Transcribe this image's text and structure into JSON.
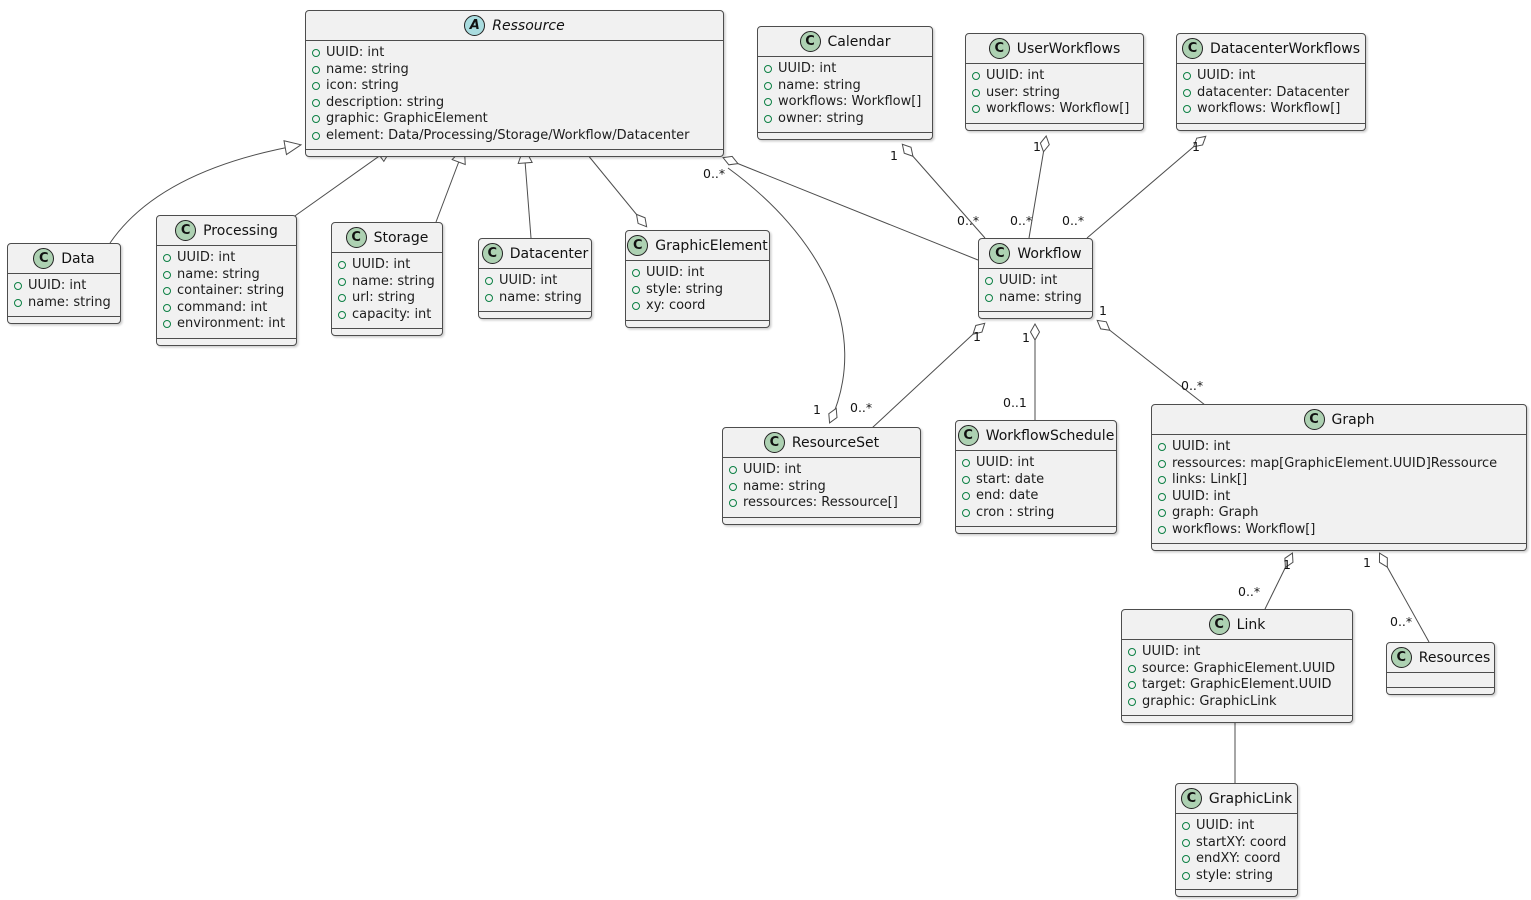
{
  "diagram": {
    "type": "uml-class-diagram",
    "background": "#FFFFFF",
    "colors": {
      "class_fill": "#F1F1F1",
      "class_border": "#4D4D4D",
      "line": "#4D4D4D",
      "class_icon_fill": "#ADD1B2",
      "abstract_icon_fill": "#A9DCDF",
      "field_bullet": "#0C8044",
      "text": "#1D1D1D"
    },
    "classes": [
      {
        "id": "ressource",
        "name": "Ressource",
        "kind": "abstract",
        "icon_letter": "A",
        "icon_name": "abstract-class-icon",
        "attributes": [
          "UUID: int",
          "name: string",
          "icon: string",
          "description: string",
          "graphic: GraphicElement",
          "element: Data/Processing/Storage/Workflow/Datacenter"
        ]
      },
      {
        "id": "data",
        "name": "Data",
        "kind": "class",
        "icon_letter": "C",
        "icon_name": "class-icon",
        "attributes": [
          "UUID: int",
          "name: string"
        ]
      },
      {
        "id": "processing",
        "name": "Processing",
        "kind": "class",
        "icon_letter": "C",
        "icon_name": "class-icon",
        "attributes": [
          "UUID: int",
          "name: string",
          "container: string",
          "command: int",
          "environment: int"
        ]
      },
      {
        "id": "storage",
        "name": "Storage",
        "kind": "class",
        "icon_letter": "C",
        "icon_name": "class-icon",
        "attributes": [
          "UUID: int",
          "name: string",
          "url: string",
          "capacity: int"
        ]
      },
      {
        "id": "datacenter",
        "name": "Datacenter",
        "kind": "class",
        "icon_letter": "C",
        "icon_name": "class-icon",
        "attributes": [
          "UUID: int",
          "name: string"
        ]
      },
      {
        "id": "graphicElement",
        "name": "GraphicElement",
        "kind": "class",
        "icon_letter": "C",
        "icon_name": "class-icon",
        "attributes": [
          "UUID: int",
          "style: string",
          "xy: coord"
        ]
      },
      {
        "id": "calendar",
        "name": "Calendar",
        "kind": "class",
        "icon_letter": "C",
        "icon_name": "class-icon",
        "attributes": [
          "UUID: int",
          "name: string",
          "workflows: Workflow[]",
          "owner: string"
        ]
      },
      {
        "id": "userWorkflows",
        "name": "UserWorkflows",
        "kind": "class",
        "icon_letter": "C",
        "icon_name": "class-icon",
        "attributes": [
          "UUID: int",
          "user: string",
          "workflows: Workflow[]"
        ]
      },
      {
        "id": "datacenterWorkflows",
        "name": "DatacenterWorkflows",
        "kind": "class",
        "icon_letter": "C",
        "icon_name": "class-icon",
        "attributes": [
          "UUID: int",
          "datacenter: Datacenter",
          "workflows: Workflow[]"
        ]
      },
      {
        "id": "workflow",
        "name": "Workflow",
        "kind": "class",
        "icon_letter": "C",
        "icon_name": "class-icon",
        "attributes": [
          "UUID: int",
          "name: string"
        ]
      },
      {
        "id": "resourceSet",
        "name": "ResourceSet",
        "kind": "class",
        "icon_letter": "C",
        "icon_name": "class-icon",
        "attributes": [
          "UUID: int",
          "name: string",
          "ressources: Ressource[]"
        ]
      },
      {
        "id": "workflowSchedule",
        "name": "WorkflowSchedule",
        "kind": "class",
        "icon_letter": "C",
        "icon_name": "class-icon",
        "attributes": [
          "UUID: int",
          "start: date",
          "end: date",
          "cron : string"
        ]
      },
      {
        "id": "graph",
        "name": "Graph",
        "kind": "class",
        "icon_letter": "C",
        "icon_name": "class-icon",
        "attributes": [
          "UUID: int",
          "ressources: map[GraphicElement.UUID]Ressource",
          "links: Link[]",
          "UUID: int",
          "graph: Graph",
          "workflows: Workflow[]"
        ]
      },
      {
        "id": "link",
        "name": "Link",
        "kind": "class",
        "icon_letter": "C",
        "icon_name": "class-icon",
        "attributes": [
          "UUID: int",
          "source: GraphicElement.UUID",
          "target: GraphicElement.UUID",
          "graphic: GraphicLink"
        ]
      },
      {
        "id": "resources",
        "name": "Resources",
        "kind": "class",
        "icon_letter": "C",
        "icon_name": "class-icon",
        "attributes": []
      },
      {
        "id": "graphicLink",
        "name": "GraphicLink",
        "kind": "class",
        "icon_letter": "C",
        "icon_name": "class-icon",
        "attributes": [
          "UUID: int",
          "startXY: coord",
          "endXY: coord",
          "style: string"
        ]
      }
    ],
    "edges": [
      {
        "id": "data-ressource",
        "type": "generalization",
        "from": "Data",
        "to": "Ressource",
        "labels": []
      },
      {
        "id": "processing-ressource",
        "type": "generalization",
        "from": "Processing",
        "to": "Ressource",
        "labels": []
      },
      {
        "id": "storage-ressource",
        "type": "generalization",
        "from": "Storage",
        "to": "Ressource",
        "labels": []
      },
      {
        "id": "datacenter-ressource",
        "type": "generalization",
        "from": "Datacenter",
        "to": "Ressource",
        "labels": []
      },
      {
        "id": "graphicelement-ressource",
        "type": "aggregation",
        "from": "Ressource",
        "to": "GraphicElement",
        "labels": []
      },
      {
        "id": "ressource-workflow",
        "type": "aggregation",
        "from": "Workflow",
        "to": "Ressource",
        "labels": [
          "0..*"
        ]
      },
      {
        "id": "resourceset-ressource",
        "type": "aggregation",
        "from": "Ressource",
        "to": "ResourceSet",
        "labels": [
          "1"
        ]
      },
      {
        "id": "workflow-resourceset",
        "type": "aggregation",
        "from": "ResourceSet",
        "to": "Workflow",
        "labels": [
          "1",
          "0..*"
        ]
      },
      {
        "id": "workflow-workflowschedule",
        "type": "aggregation",
        "from": "WorkflowSchedule",
        "to": "Workflow",
        "labels": [
          "1",
          "0..1"
        ]
      },
      {
        "id": "workflow-graph",
        "type": "aggregation",
        "from": "Graph",
        "to": "Workflow",
        "labels": [
          "1",
          "0..*"
        ]
      },
      {
        "id": "calendar-workflow",
        "type": "aggregation",
        "from": "Workflow",
        "to": "Calendar",
        "labels": [
          "1",
          "0..*"
        ]
      },
      {
        "id": "userworkflows-workflow",
        "type": "aggregation",
        "from": "Workflow",
        "to": "UserWorkflows",
        "labels": [
          "1",
          "0..*"
        ]
      },
      {
        "id": "datacenterworkflows-workflow",
        "type": "aggregation",
        "from": "Workflow",
        "to": "DatacenterWorkflows",
        "labels": [
          "1",
          "0..*"
        ]
      },
      {
        "id": "graph-link",
        "type": "aggregation",
        "from": "Link",
        "to": "Graph",
        "labels": [
          "1",
          "0..*"
        ]
      },
      {
        "id": "graph-resources",
        "type": "aggregation",
        "from": "Resources",
        "to": "Graph",
        "labels": [
          "1",
          "0..*"
        ]
      },
      {
        "id": "link-graphiclink",
        "type": "association",
        "from": "Link",
        "to": "GraphicLink",
        "labels": []
      }
    ]
  }
}
